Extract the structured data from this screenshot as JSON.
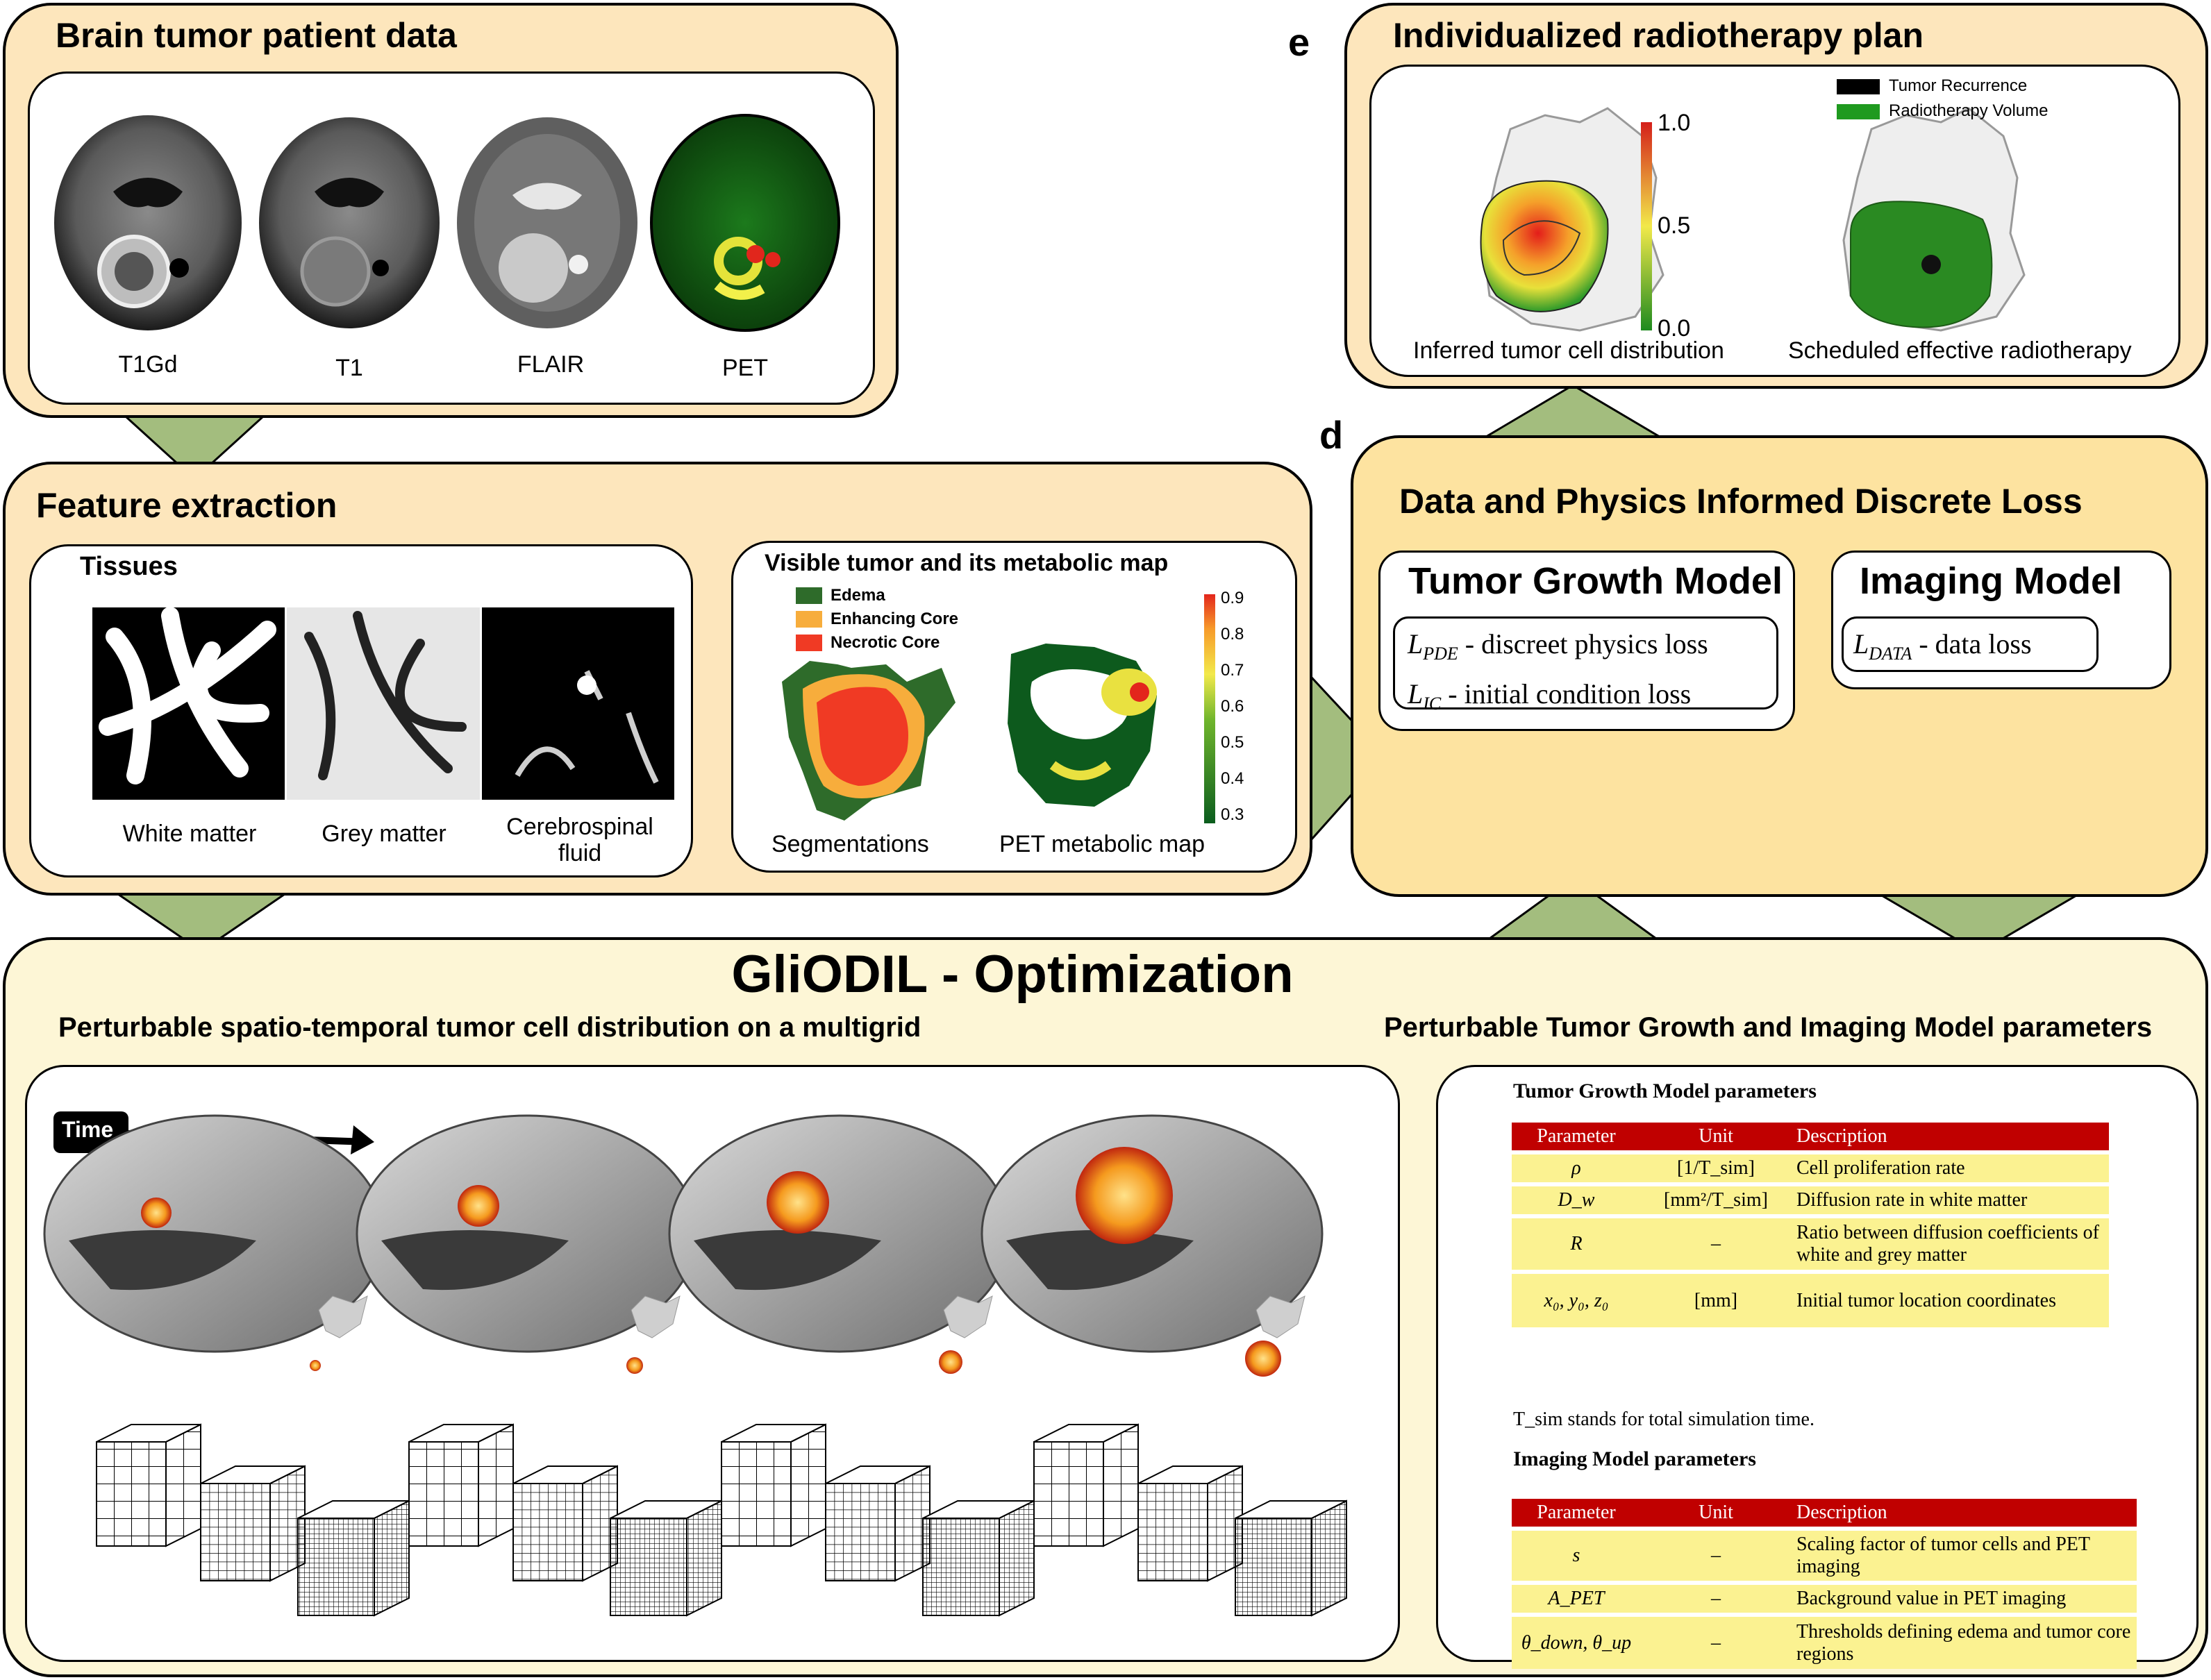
{
  "panel_labels": {
    "e": "e",
    "d": "d"
  },
  "patient": {
    "title": "Brain tumor patient data",
    "scans": [
      "T1Gd",
      "T1",
      "FLAIR",
      "PET"
    ]
  },
  "features": {
    "title": "Feature extraction",
    "tissues_title": "Tissues",
    "tissues": [
      "White matter",
      "Grey matter",
      "Cerebrospinal fluid"
    ],
    "visible_title": "Visible tumor and its metabolic map",
    "legend": [
      "Edema",
      "Enhancing Core",
      "Necrotic Core"
    ],
    "colorbar_ticks": [
      "0.9",
      "0.8",
      "0.7",
      "0.6",
      "0.5",
      "0.4",
      "0.3"
    ],
    "seg_caption": "Segmentations",
    "pet_caption": "PET metabolic map"
  },
  "plan": {
    "title": "Individualized radiotherapy plan",
    "legend": [
      "Tumor Recurrence",
      "Radiotherapy Volume"
    ],
    "colorbar_ticks": [
      "1.0",
      "0.5",
      "0.0"
    ],
    "captions": [
      "Inferred tumor cell distribution",
      "Scheduled effective radiotherapy"
    ]
  },
  "loss": {
    "title": "Data and Physics Informed Discrete Loss",
    "growth_title": "Tumor Growth Model",
    "growth_lines": [
      {
        "sym": "L",
        "sub": "PDE",
        "text": " - discreet physics loss"
      },
      {
        "sym": "L",
        "sub": "IC",
        "text": " - initial condition loss"
      }
    ],
    "imaging_title": "Imaging Model",
    "imaging_line": {
      "sym": "L",
      "sub": "DATA",
      "text": " - data loss"
    }
  },
  "optimization": {
    "title": "GliODIL - Optimization",
    "left_subtitle": "Perturbable spatio-temporal tumor cell distribution on a multigrid",
    "right_subtitle": "Perturbable Tumor Growth and Imaging Model parameters",
    "time_label": "Time",
    "growth_params_title": "Tumor Growth Model parameters",
    "imaging_params_title": "Imaging Model parameters",
    "table_headers": [
      "Parameter",
      "Unit",
      "Description"
    ],
    "growth_rows": [
      {
        "param": "ρ",
        "unit": "[1/T_sim]",
        "desc": "Cell proliferation rate"
      },
      {
        "param": "D_w",
        "unit": "[mm²/T_sim]",
        "desc": "Diffusion rate in white matter"
      },
      {
        "param": "R",
        "unit": "–",
        "desc": "Ratio between diffusion coefficients of white and grey matter"
      },
      {
        "param": "x₀, y₀, z₀",
        "unit": "[mm]",
        "desc": "Initial tumor location coordinates"
      }
    ],
    "tsim_note": "T_sim stands for total simulation time.",
    "imaging_rows": [
      {
        "param": "s",
        "unit": "–",
        "desc": "Scaling factor of tumor cells and PET imaging"
      },
      {
        "param": "A_PET",
        "unit": "–",
        "desc": "Background value in PET imaging"
      },
      {
        "param": "θ_down, θ_up",
        "unit": "–",
        "desc": "Thresholds defining edema and tumor core regions"
      }
    ]
  },
  "colors": {
    "panel_fill": "#fde6bc",
    "loss_fill": "#fde3a0",
    "opt_fill": "#fdf6d6",
    "arrow": "#a3bd7e",
    "table_header": "#c00000",
    "table_row": "#fbf291",
    "edema": "#2e6b2a",
    "enhancing": "#f7ad3c",
    "necrotic": "#f03a24"
  }
}
